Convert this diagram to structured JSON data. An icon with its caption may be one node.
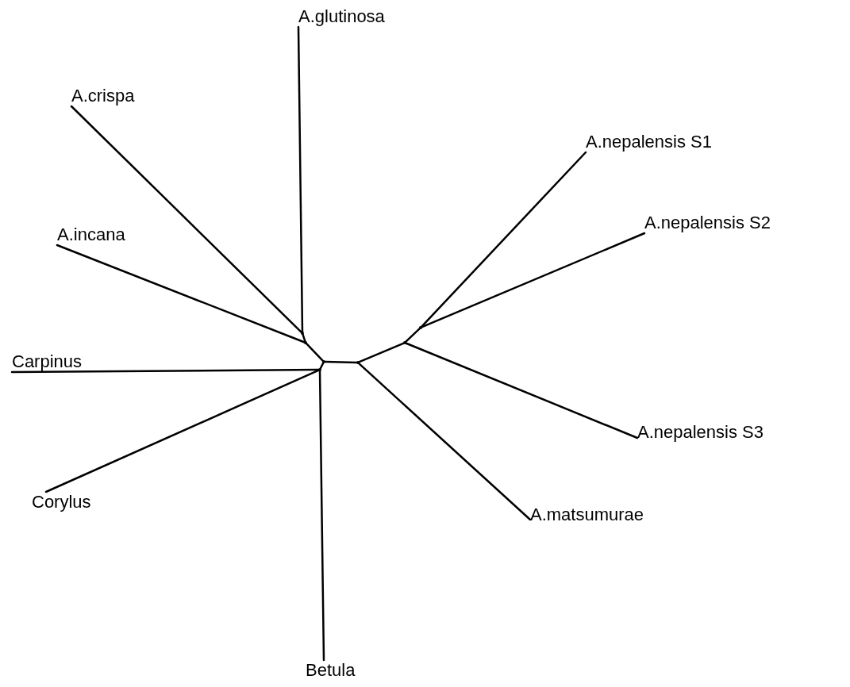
{
  "diagram": {
    "nodes": [
      {
        "text": [
          "A.glutinosa"
        ]
      },
      {
        "text": [
          "A.crispa"
        ]
      },
      {
        "text": [
          "A.nepalensis S1"
        ]
      },
      {
        "text": [
          "A.nepalensis S2"
        ]
      },
      {
        "text": [
          "A.incana"
        ]
      },
      {
        "text": [
          "Carpinus"
        ]
      },
      {
        "text": [
          "A.nepalensis S3"
        ]
      },
      {
        "text": [
          "Corylus"
        ]
      },
      {
        "text": [
          "A.matsumurae"
        ]
      },
      {
        "text": [
          "Betula"
        ]
      },
      {
        "text": [],
        "shape": "dot"
      },
      {
        "text": [],
        "shape": "dot"
      },
      {
        "text": [],
        "shape": "dot"
      },
      {
        "text": [],
        "shape": "dot"
      },
      {
        "text": [],
        "shape": "dot"
      },
      {
        "text": [],
        "shape": "dot"
      },
      {
        "text": [],
        "shape": "dot"
      }
    ],
    "edges": [
      {
        "from": 0,
        "to": 10,
        "arrow": "none"
      },
      {
        "from": 1,
        "to": 10,
        "arrow": "none"
      },
      {
        "from": 10,
        "to": 11,
        "arrow": "none"
      },
      {
        "from": 4,
        "to": 11,
        "arrow": "none"
      },
      {
        "from": 11,
        "to": 12,
        "arrow": "none"
      },
      {
        "from": 12,
        "to": 13,
        "arrow": "none"
      },
      {
        "from": 5,
        "to": 13,
        "arrow": "none"
      },
      {
        "from": 7,
        "to": 13,
        "arrow": "none"
      },
      {
        "from": 9,
        "to": 13,
        "arrow": "none"
      },
      {
        "from": 12,
        "to": 14,
        "arrow": "none"
      },
      {
        "from": 8,
        "to": 14,
        "arrow": "none"
      },
      {
        "from": 14,
        "to": 15,
        "arrow": "none"
      },
      {
        "from": 6,
        "to": 15,
        "arrow": "none"
      },
      {
        "from": 15,
        "to": 16,
        "arrow": "none"
      },
      {
        "from": 2,
        "to": 16,
        "arrow": "none"
      },
      {
        "from": 3,
        "to": 16,
        "arrow": "none"
      }
    ]
  }
}
